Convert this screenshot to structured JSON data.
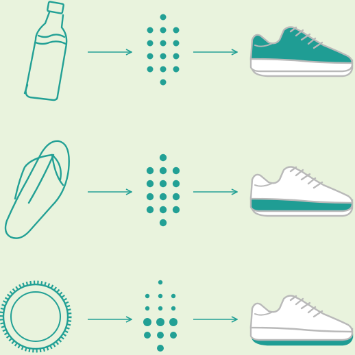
{
  "colors": {
    "background": "#e9f3dd",
    "teal": "#22a095",
    "teal_dark": "#1c8f86",
    "shoe_outline": "#b9b9b9",
    "shoe_fill": "#ffffff"
  },
  "rows": [
    {
      "source": "plastic-bottle",
      "source_icon": "plastic-bottle-icon",
      "granules": "pellet-dots",
      "product": "sneaker-upper-icon",
      "highlighted_part": "upper"
    },
    {
      "source": "flip-flop",
      "source_icon": "flip-flop-icon",
      "granules": "pellet-dots",
      "product": "sneaker-midsole-icon",
      "highlighted_part": "midsole"
    },
    {
      "source": "tire",
      "source_icon": "tire-icon",
      "granules": "pellet-dots",
      "product": "sneaker-outsole-icon",
      "highlighted_part": "outsole"
    }
  ]
}
